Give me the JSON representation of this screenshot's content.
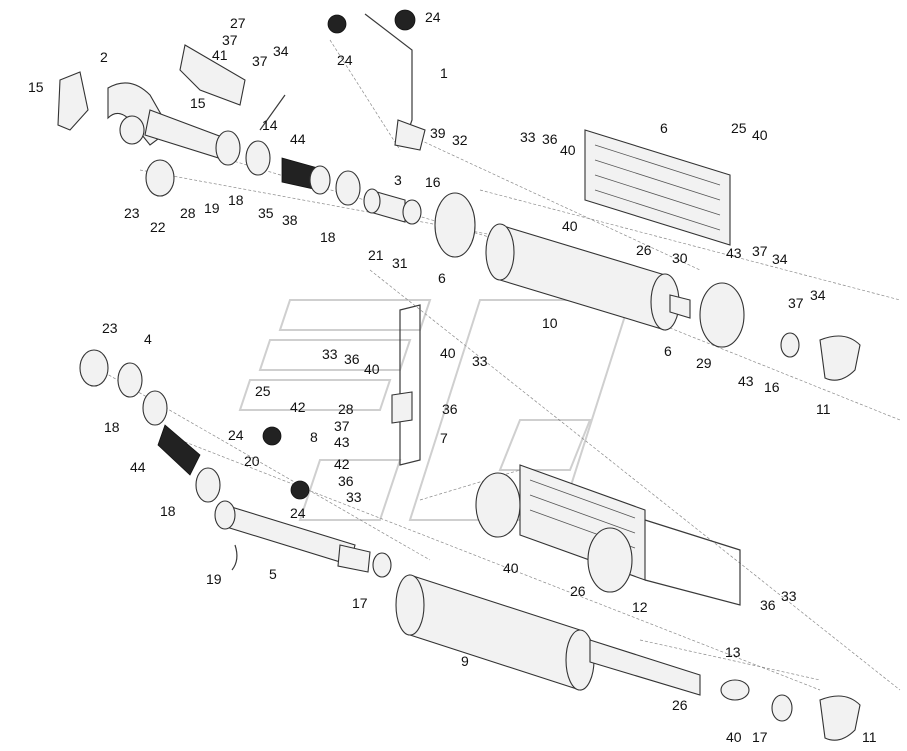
{
  "diagram": {
    "labels": [
      "27",
      "37",
      "41",
      "2",
      "15",
      "15",
      "24",
      "24",
      "1",
      "34",
      "37",
      "14",
      "44",
      "39",
      "32",
      "33",
      "36",
      "40",
      "6",
      "25",
      "40",
      "23",
      "22",
      "28",
      "19",
      "18",
      "35",
      "38",
      "18",
      "3",
      "16",
      "21",
      "31",
      "40",
      "26",
      "30",
      "43",
      "37",
      "34",
      "6",
      "10",
      "37",
      "34",
      "6",
      "29",
      "43",
      "16",
      "11",
      "23",
      "4",
      "33",
      "36",
      "40",
      "40",
      "33",
      "25",
      "42",
      "28",
      "36",
      "37",
      "43",
      "42",
      "36",
      "33",
      "7",
      "18",
      "24",
      "8",
      "20",
      "44",
      "18",
      "24",
      "19",
      "5",
      "17",
      "40",
      "26",
      "12",
      "36",
      "33",
      "9",
      "13",
      "26",
      "40",
      "17",
      "11"
    ]
  }
}
